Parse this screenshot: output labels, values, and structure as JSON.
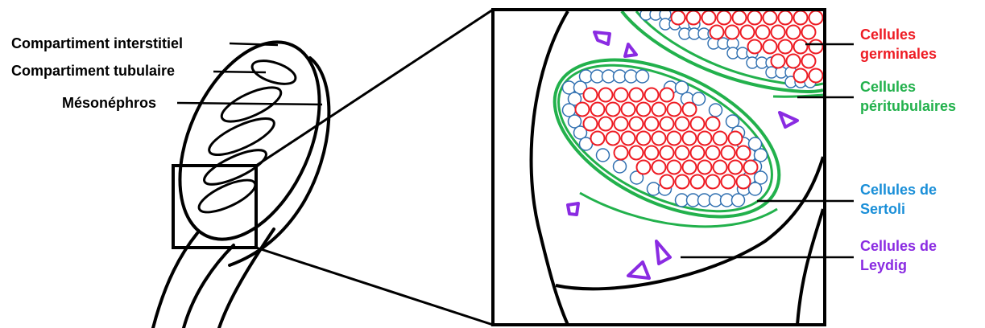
{
  "labels": {
    "interstitial": "Compartiment interstitiel",
    "tubulaire": "Compartiment tubulaire",
    "mesonephros": "Mésonéphros",
    "germinales_1": "Cellules",
    "germinales_2": "germinales",
    "peritubulaires_1": "Cellules",
    "peritubulaires_2": "péritubulaires",
    "sertoli_1": "Cellules de",
    "sertoli_2": "Sertoli",
    "leydig_1": "Cellules de",
    "leydig_2": "Leydig"
  },
  "colors": {
    "outline": "#000000",
    "germinal": "#ee1c24",
    "peritubular": "#22b14c",
    "sertoli": "#1a8fd8",
    "sertoli_stroke": "#2f6fb0",
    "leydig": "#8a2be2"
  }
}
